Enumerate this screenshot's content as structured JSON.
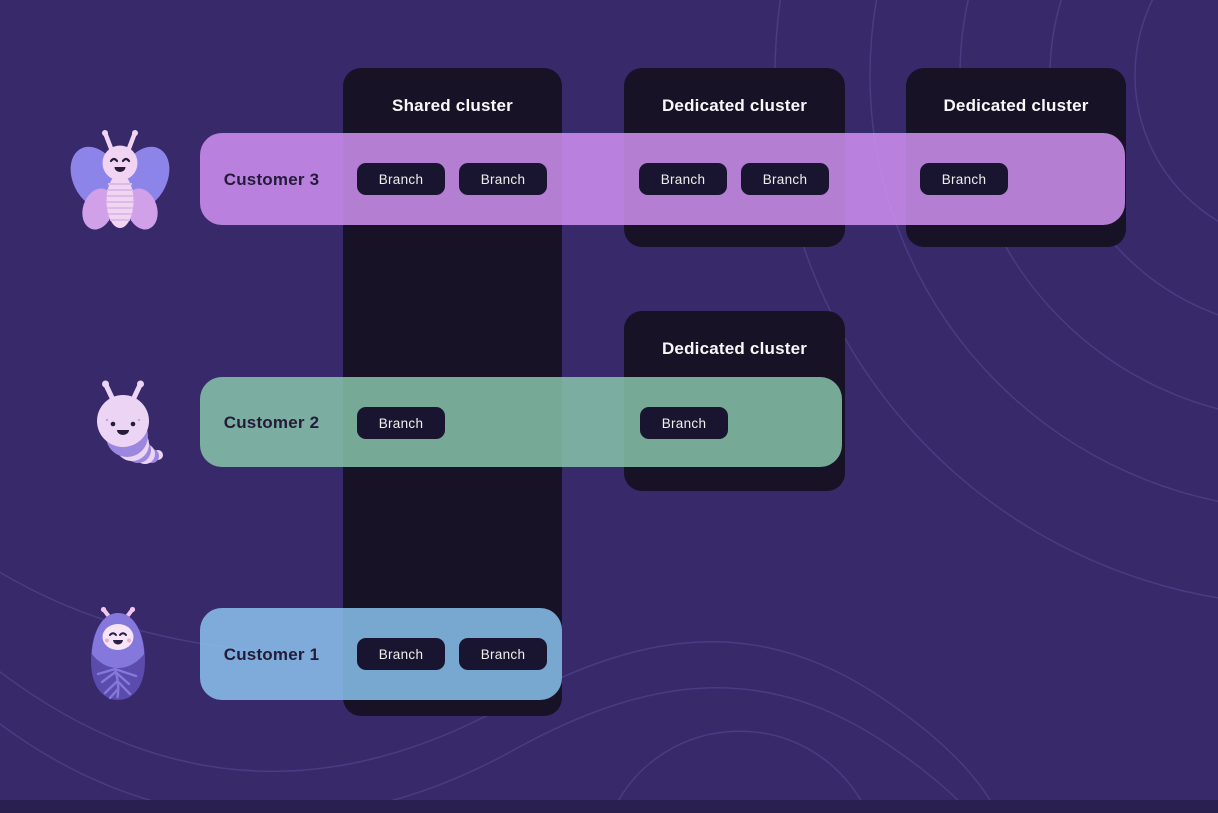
{
  "diagram": {
    "title_hidden": "",
    "clusters": {
      "shared": {
        "title": "Shared cluster"
      },
      "dedicated_top": {
        "title": "Dedicated cluster"
      },
      "dedicated_right": {
        "title": "Dedicated cluster"
      },
      "dedicated_mid": {
        "title": "Dedicated cluster"
      }
    },
    "customers": {
      "customer3": {
        "label": "Customer 3",
        "mascot": "butterfly",
        "branches": [
          "Branch",
          "Branch",
          "Branch",
          "Branch",
          "Branch"
        ]
      },
      "customer2": {
        "label": "Customer 2",
        "mascot": "caterpillar",
        "branches": [
          "Branch",
          "Branch"
        ]
      },
      "customer1": {
        "label": "Customer 1",
        "mascot": "chrysalis",
        "branches": [
          "Branch",
          "Branch"
        ]
      }
    },
    "colors": {
      "background": "#38296a",
      "bottom_strip": "#2a2050",
      "cluster_background": "#171226",
      "branch_pill_background": "#191530",
      "cluster_title_text": "#f8f8fa",
      "customer_label_text": "#231b39",
      "branch_pill_text": "#edf0ec",
      "customer3_band": "rgba(206,144,240,0.86)",
      "customer2_band": "rgba(137,199,172,0.84)",
      "customer1_band": "rgba(139,197,240,0.84)",
      "decor_curve_stroke": "#7b6cc4"
    }
  }
}
